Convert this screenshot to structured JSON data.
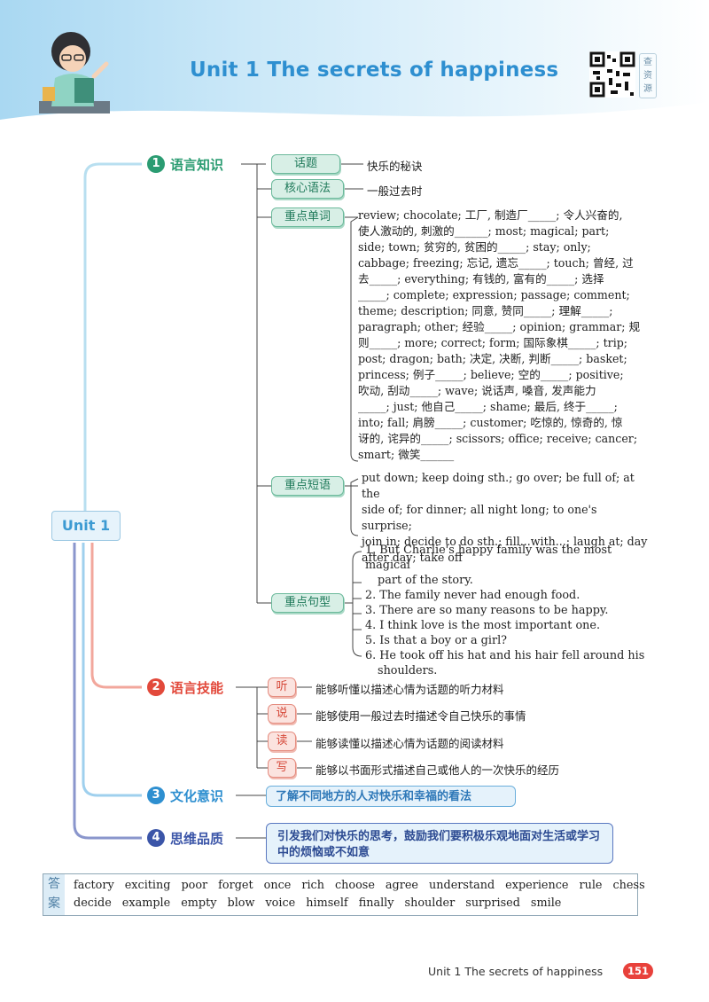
{
  "header": {
    "title": "Unit 1   The secrets of happiness",
    "qr_label": [
      "查",
      "资",
      "源"
    ]
  },
  "root": {
    "label": "Unit 1"
  },
  "sections": {
    "s1": {
      "num": "1",
      "title": "语言知识",
      "color": "#2b9c72"
    },
    "s2": {
      "num": "2",
      "title": "语言技能",
      "color": "#e2493b"
    },
    "s3": {
      "num": "3",
      "title": "文化意识",
      "color": "#2e8fd0"
    },
    "s4": {
      "num": "4",
      "title": "思维品质",
      "color": "#3b55a8"
    }
  },
  "knowledge": {
    "topic_tag": "话题",
    "topic_text": "快乐的秘诀",
    "grammar_tag": "核心语法",
    "grammar_text": "一般过去时",
    "words_tag": "重点单词",
    "words_lines": [
      "review; chocolate; 工厂, 制造厂_____; 令人兴奋的,",
      "使人激动的, 刺激的______; most; magical; part;",
      "side; town; 贫穷的, 贫困的_____; stay; only;",
      "cabbage; freezing; 忘记, 遗忘_____; touch; 曾经, 过",
      "去_____; everything; 有钱的, 富有的_____; 选择",
      "_____; complete; expression; passage; comment;",
      "theme; description; 同意, 赞同_____; 理解_____;",
      "paragraph; other; 经验_____; opinion; grammar; 规",
      "则_____; more; correct; form; 国际象棋_____; trip;",
      "post; dragon; bath; 决定, 决断, 判断_____; basket;",
      "princess; 例子_____; believe; 空的_____; positive;",
      "吹动, 刮动_____; wave; 说话声, 嗓音, 发声能力",
      "_____; just; 他自己_____; shame; 最后, 终于_____;",
      "into; fall; 肩膀_____; customer; 吃惊的, 惊奇的, 惊",
      "讶的, 诧异的_____; scissors; office; receive; cancer;",
      "smart; 微笑______"
    ],
    "phrases_tag": "重点短语",
    "phrases_lines": [
      "put down; keep doing sth.; go over; be full of; at the",
      "side of; for dinner; all night long; to one's surprise;",
      "join in; decide to do sth.; fill...with...; laugh at; day",
      "after day; take off"
    ],
    "sentences_tag": "重点句型",
    "sentences": [
      "1. But Charlie's happy family was the most magical",
      "part of the story.",
      "2. The family never had enough food.",
      "3. There are so many reasons to be happy.",
      "4. I think love is the most important one.",
      "5. Is that a boy or a girl?",
      "6. He took off his hat and his hair fell around his",
      "shoulders."
    ]
  },
  "skills": [
    {
      "tag": "听",
      "text": "能够听懂以描述心情为话题的听力材料"
    },
    {
      "tag": "说",
      "text": "能够使用一般过去时描述令自己快乐的事情"
    },
    {
      "tag": "读",
      "text": "能够读懂以描述心情为话题的阅读材料"
    },
    {
      "tag": "写",
      "text": "能够以书面形式描述自己或他人的一次快乐的经历"
    }
  ],
  "culture_text": "了解不同地方的人对快乐和幸福的看法",
  "thinking_text": "引发我们对快乐的思考，鼓励我们要积极乐观地面对生活或学习中的烦恼或不如意",
  "answers": {
    "label": "答案",
    "row1": [
      "factory",
      "exciting",
      "poor",
      "forget",
      "once",
      "rich",
      "choose",
      "agree",
      "understand",
      "experience",
      "rule",
      "chess"
    ],
    "row2": [
      "decide",
      "example",
      "empty",
      "blow",
      "voice",
      "himself",
      "finally",
      "shoulder",
      "surprised",
      "smile"
    ]
  },
  "footer": {
    "text": "Unit 1   The secrets of happiness",
    "page": "151"
  }
}
